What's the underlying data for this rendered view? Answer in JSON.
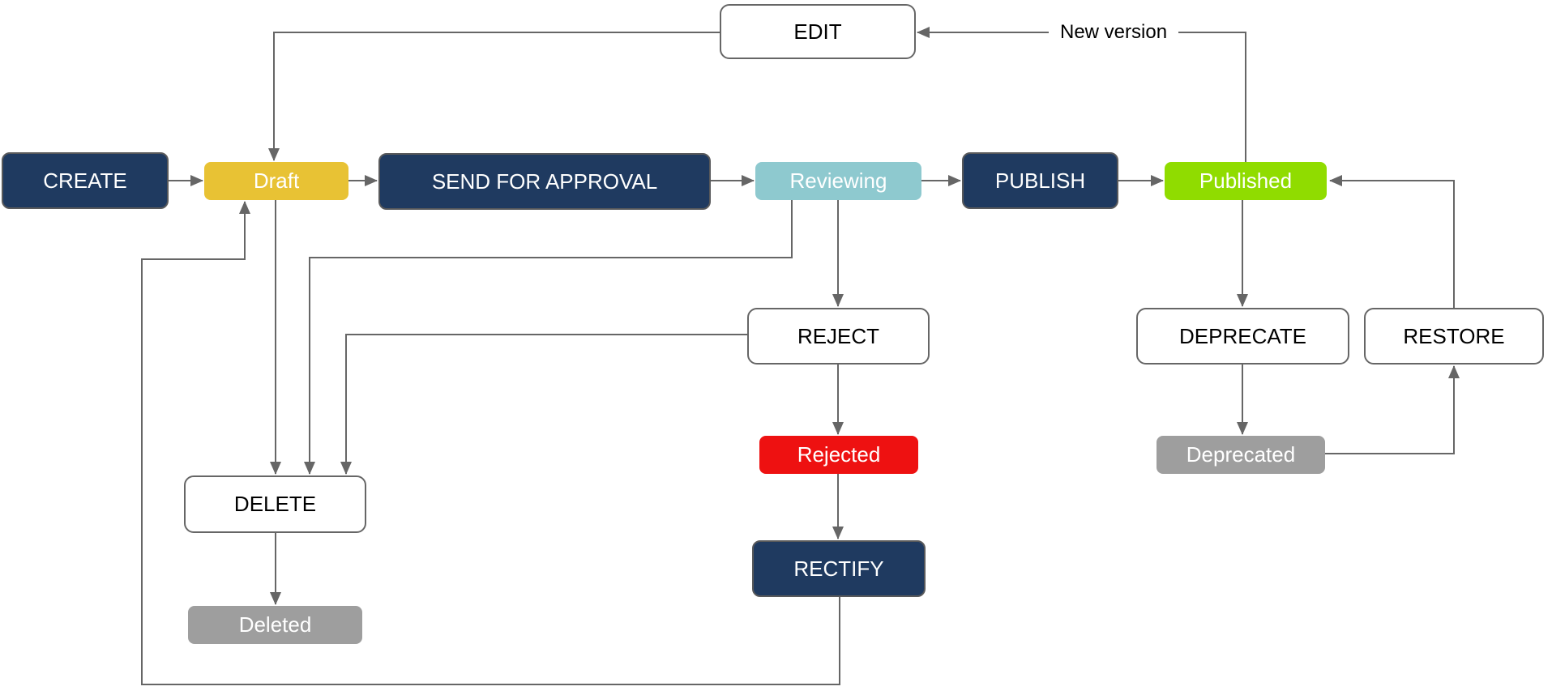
{
  "colors": {
    "action_navy": "#1F3A60",
    "state_draft": "#E8C234",
    "state_reviewing": "#8EC9CF",
    "state_published": "#90DC00",
    "state_rejected": "#EE1111",
    "state_gray": "#9E9E9E",
    "arrow": "#666666",
    "box_border": "#666666",
    "text_on_color": "#FFFFFF",
    "text_on_white": "#000000"
  },
  "nodes": {
    "create": {
      "label": "CREATE",
      "type": "action"
    },
    "draft": {
      "label": "Draft",
      "type": "state"
    },
    "send_for_approval": {
      "label": "SEND FOR APPROVAL",
      "type": "action"
    },
    "reviewing": {
      "label": "Reviewing",
      "type": "state"
    },
    "publish": {
      "label": "PUBLISH",
      "type": "action"
    },
    "published": {
      "label": "Published",
      "type": "state"
    },
    "edit": {
      "label": "EDIT",
      "type": "action-outline"
    },
    "reject": {
      "label": "REJECT",
      "type": "action-outline"
    },
    "rejected": {
      "label": "Rejected",
      "type": "state"
    },
    "rectify": {
      "label": "RECTIFY",
      "type": "action"
    },
    "delete": {
      "label": "DELETE",
      "type": "action-outline"
    },
    "deleted": {
      "label": "Deleted",
      "type": "state"
    },
    "deprecate": {
      "label": "DEPRECATE",
      "type": "action-outline"
    },
    "restore": {
      "label": "RESTORE",
      "type": "action-outline"
    },
    "deprecated": {
      "label": "Deprecated",
      "type": "state"
    }
  },
  "edge_labels": {
    "new_version": "New version"
  },
  "edges": [
    {
      "from": "CREATE",
      "to": "Draft"
    },
    {
      "from": "Draft",
      "to": "SEND FOR APPROVAL"
    },
    {
      "from": "SEND FOR APPROVAL",
      "to": "Reviewing"
    },
    {
      "from": "Reviewing",
      "to": "PUBLISH"
    },
    {
      "from": "PUBLISH",
      "to": "Published"
    },
    {
      "from": "Published",
      "to": "EDIT",
      "label": "New version"
    },
    {
      "from": "EDIT",
      "to": "Draft"
    },
    {
      "from": "Draft",
      "to": "DELETE"
    },
    {
      "from": "Reviewing",
      "to": "DELETE"
    },
    {
      "from": "REJECT",
      "to": "DELETE"
    },
    {
      "from": "Reviewing",
      "to": "REJECT"
    },
    {
      "from": "REJECT",
      "to": "Rejected"
    },
    {
      "from": "Rejected",
      "to": "RECTIFY"
    },
    {
      "from": "RECTIFY",
      "to": "Draft"
    },
    {
      "from": "DELETE",
      "to": "Deleted"
    },
    {
      "from": "Published",
      "to": "DEPRECATE"
    },
    {
      "from": "DEPRECATE",
      "to": "Deprecated"
    },
    {
      "from": "Deprecated",
      "to": "RESTORE"
    },
    {
      "from": "RESTORE",
      "to": "Published"
    }
  ]
}
